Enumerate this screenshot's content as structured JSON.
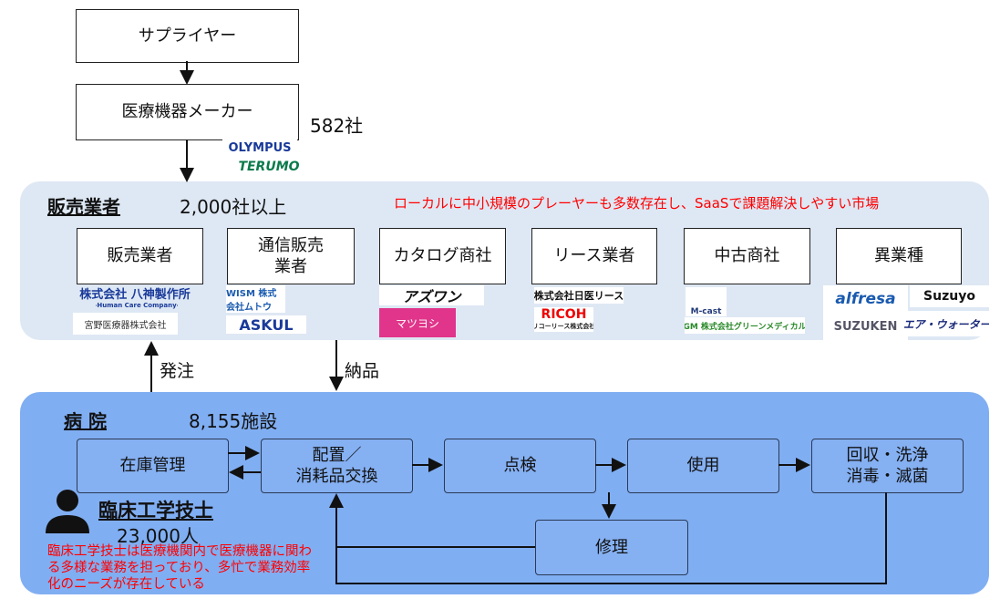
{
  "supplier": "サプライヤー",
  "maker": {
    "label": "医療機器メーカー",
    "count": "582社",
    "logos": [
      "OLYMPUS",
      "TERUMO"
    ]
  },
  "sales": {
    "title": "販売業者",
    "count": "2,000社以上",
    "note": "ローカルに中小規模のプレーヤーも多数存在し、SaaSで課題解決しやすい市場",
    "categories": [
      "販売業者",
      "通信販売\n業者",
      "カタログ商社",
      "リース業者",
      "中古商社",
      "異業種"
    ],
    "logos": [
      "株式会社 八神製作所",
      "-Human Care Company-",
      "宮野医療器株式会社",
      "WISM 株式会社ムトウ",
      "ASKUL",
      "アズワン",
      "マツヨシ",
      "株式会社日医リース",
      "RICOH",
      "リコーリース株式会社",
      "M-cast",
      "GM 株式会社グリーンメディカル",
      "alfresa",
      "Suzuyo",
      "SUZUKEN",
      "エア・ウォーター"
    ]
  },
  "order_label": "発注",
  "delivery_label": "納品",
  "hospital": {
    "title": "病 院",
    "count": "8,155施設",
    "steps": [
      "在庫管理",
      "配置／\n消耗品交換",
      "点検",
      "使用",
      "回収・洗浄\n消毒・滅菌",
      "修理"
    ],
    "engineer_title": "臨床工学技士",
    "engineer_count": "23,000人",
    "note": "臨床工学技士は医療機関内で医療機器に関わる多様な業務を担っており、多忙で業務効率化のニーズが存在している"
  },
  "colors": {
    "sales_bg": "#dee8f4",
    "hospital_bg": "#80aef2",
    "accent_red": "#ff0000"
  }
}
